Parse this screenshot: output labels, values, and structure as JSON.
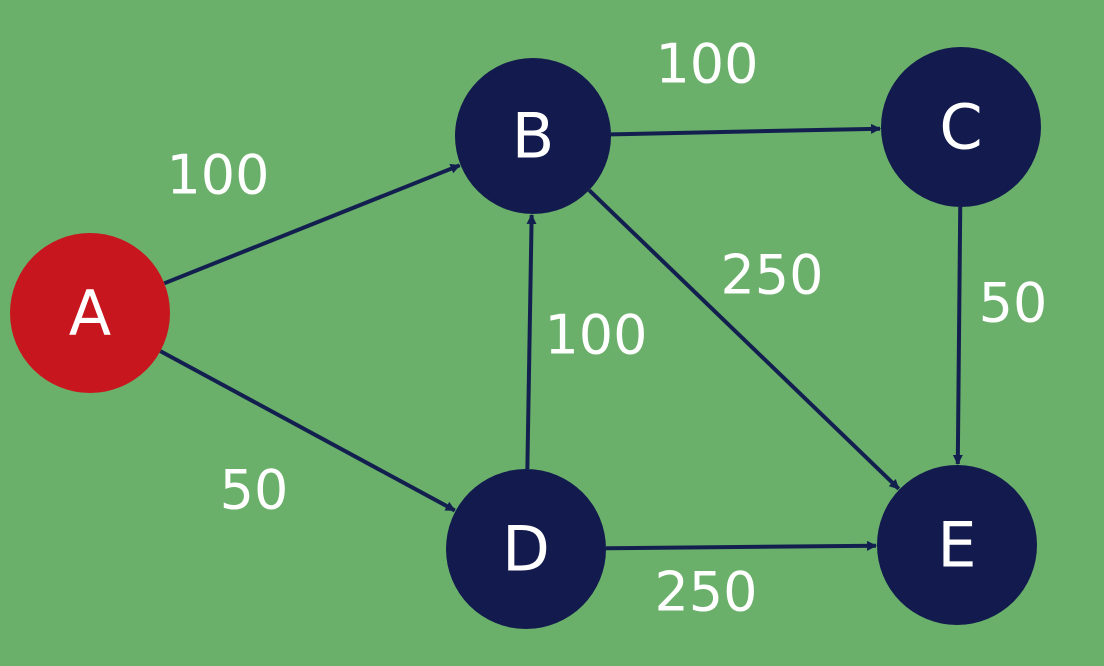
{
  "colors": {
    "background": "#6aaf6a",
    "node_default": "#121a4e",
    "node_start": "#c8161e",
    "edge": "#13204f",
    "text": "#ffffff"
  },
  "nodes": [
    {
      "id": "A",
      "label": "A",
      "start": true
    },
    {
      "id": "B",
      "label": "B",
      "start": false
    },
    {
      "id": "C",
      "label": "C",
      "start": false
    },
    {
      "id": "D",
      "label": "D",
      "start": false
    },
    {
      "id": "E",
      "label": "E",
      "start": false
    }
  ],
  "edges": [
    {
      "from": "A",
      "to": "B",
      "weight": "100"
    },
    {
      "from": "A",
      "to": "D",
      "weight": "50"
    },
    {
      "from": "B",
      "to": "C",
      "weight": "100"
    },
    {
      "from": "B",
      "to": "E",
      "weight": "250"
    },
    {
      "from": "D",
      "to": "B",
      "weight": "100"
    },
    {
      "from": "C",
      "to": "E",
      "weight": "50"
    },
    {
      "from": "D",
      "to": "E",
      "weight": "250"
    }
  ]
}
